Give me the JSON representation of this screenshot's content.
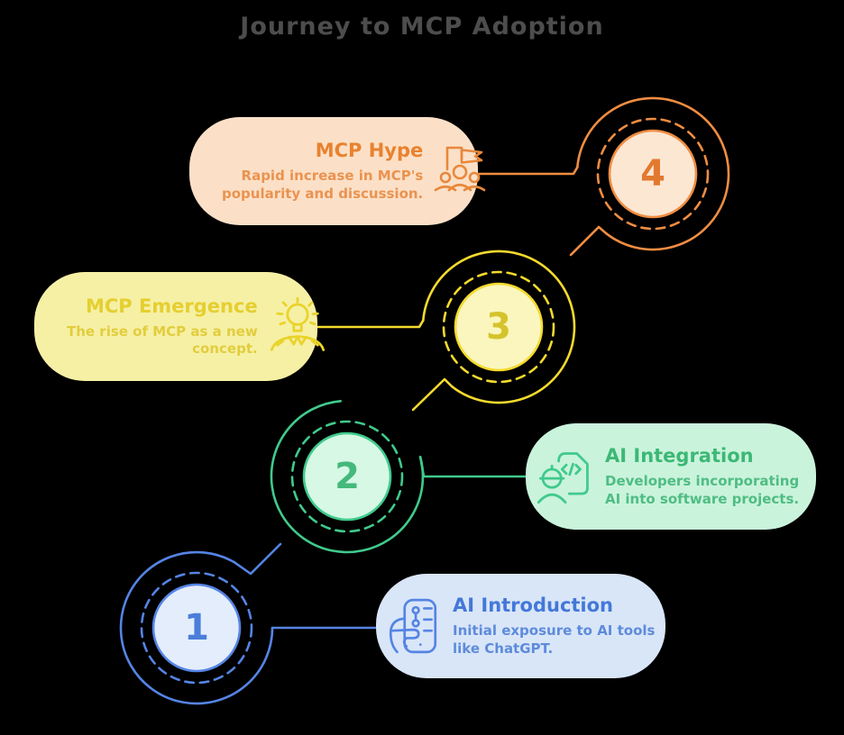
{
  "title": "Journey to MCP Adoption",
  "background_color": "#000000",
  "title_color": "#4d4d4d",
  "steps": [
    {
      "number": "1",
      "title": "AI Introduction",
      "description": "Initial exposure to AI tools like ChatGPT.",
      "description_lines": [
        "Initial exposure to AI tools",
        "like ChatGPT."
      ],
      "icon": "hand-holding-phone-icon",
      "accent_color": "#5584e4",
      "card_bg": "#d9e6f8",
      "circle_fill": "#e3edfc"
    },
    {
      "number": "2",
      "title": "AI Integration",
      "description": "Developers incorporating AI into software projects.",
      "description_lines": [
        "Developers incorporating",
        "AI into software projects."
      ],
      "icon": "developer-code-document-icon",
      "accent_color": "#40ca8c",
      "card_bg": "#caf3dc",
      "circle_fill": "#d6f8e5"
    },
    {
      "number": "3",
      "title": "MCP Emergence",
      "description": "The rise of MCP as a new concept.",
      "description_lines": [
        "The rise of MCP as a new",
        "concept."
      ],
      "icon": "lightbulb-idea-hands-icon",
      "accent_color": "#f4da2d",
      "card_bg": "#f6f0a5",
      "circle_fill": "#faf6be"
    },
    {
      "number": "4",
      "title": "MCP Hype",
      "description": "Rapid increase in MCP's popularity and discussion.",
      "description_lines": [
        "Rapid increase in MCP's",
        "popularity and discussion."
      ],
      "icon": "flag-crowd-icon",
      "accent_color": "#f08d42",
      "card_bg": "#fbe0c7",
      "circle_fill": "#fce7d3"
    }
  ]
}
